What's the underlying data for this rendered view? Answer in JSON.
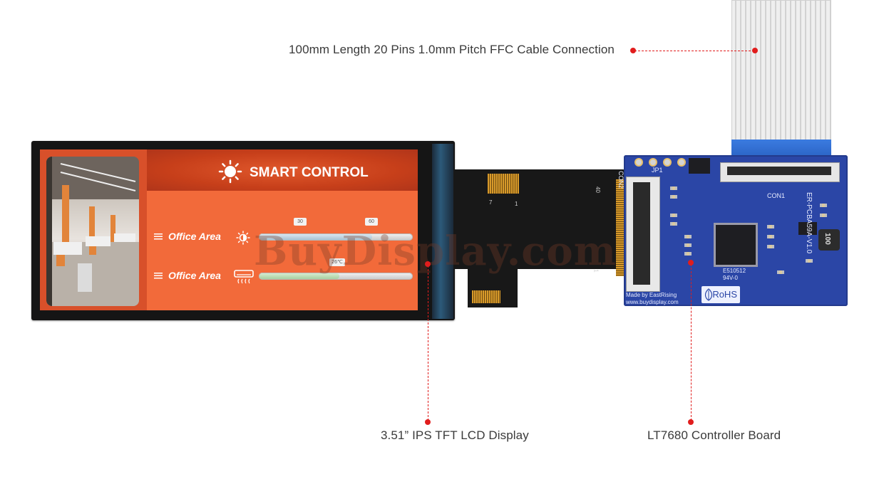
{
  "callouts": {
    "ffc_cable": "100mm Length 20 Pins 1.0mm Pitch FFC Cable Connection",
    "lcd_display": "3.51” IPS TFT LCD Display",
    "controller_board": "LT7680 Controller Board"
  },
  "lcd_screen": {
    "title": "SMART CONTROL",
    "rows": [
      {
        "label": "Office Area",
        "bubbles": [
          "30",
          "60"
        ]
      },
      {
        "label": "Office Area",
        "bubbles": [
          "26℃"
        ]
      }
    ]
  },
  "watermark": "BuyDisplay.com",
  "pcb": {
    "labels": {
      "model": "ER-PCBA59A-V1.0",
      "maker": "Made by EastRising",
      "url": "www.buydisplay.com",
      "rohs": "RoHS",
      "cert": "E510512",
      "cert2": "94V-0",
      "con1": "CON1",
      "con2": "CON2",
      "jp1": "JP1",
      "inductor": "100"
    }
  },
  "flex_labels": {
    "pin7": "7",
    "pin1": "1",
    "pin40": "40",
    "pin1b": "1"
  },
  "colors": {
    "callout_red": "#e11d1d",
    "screen_orange": "#f26a3a",
    "pcb_blue": "#2b46a6"
  }
}
